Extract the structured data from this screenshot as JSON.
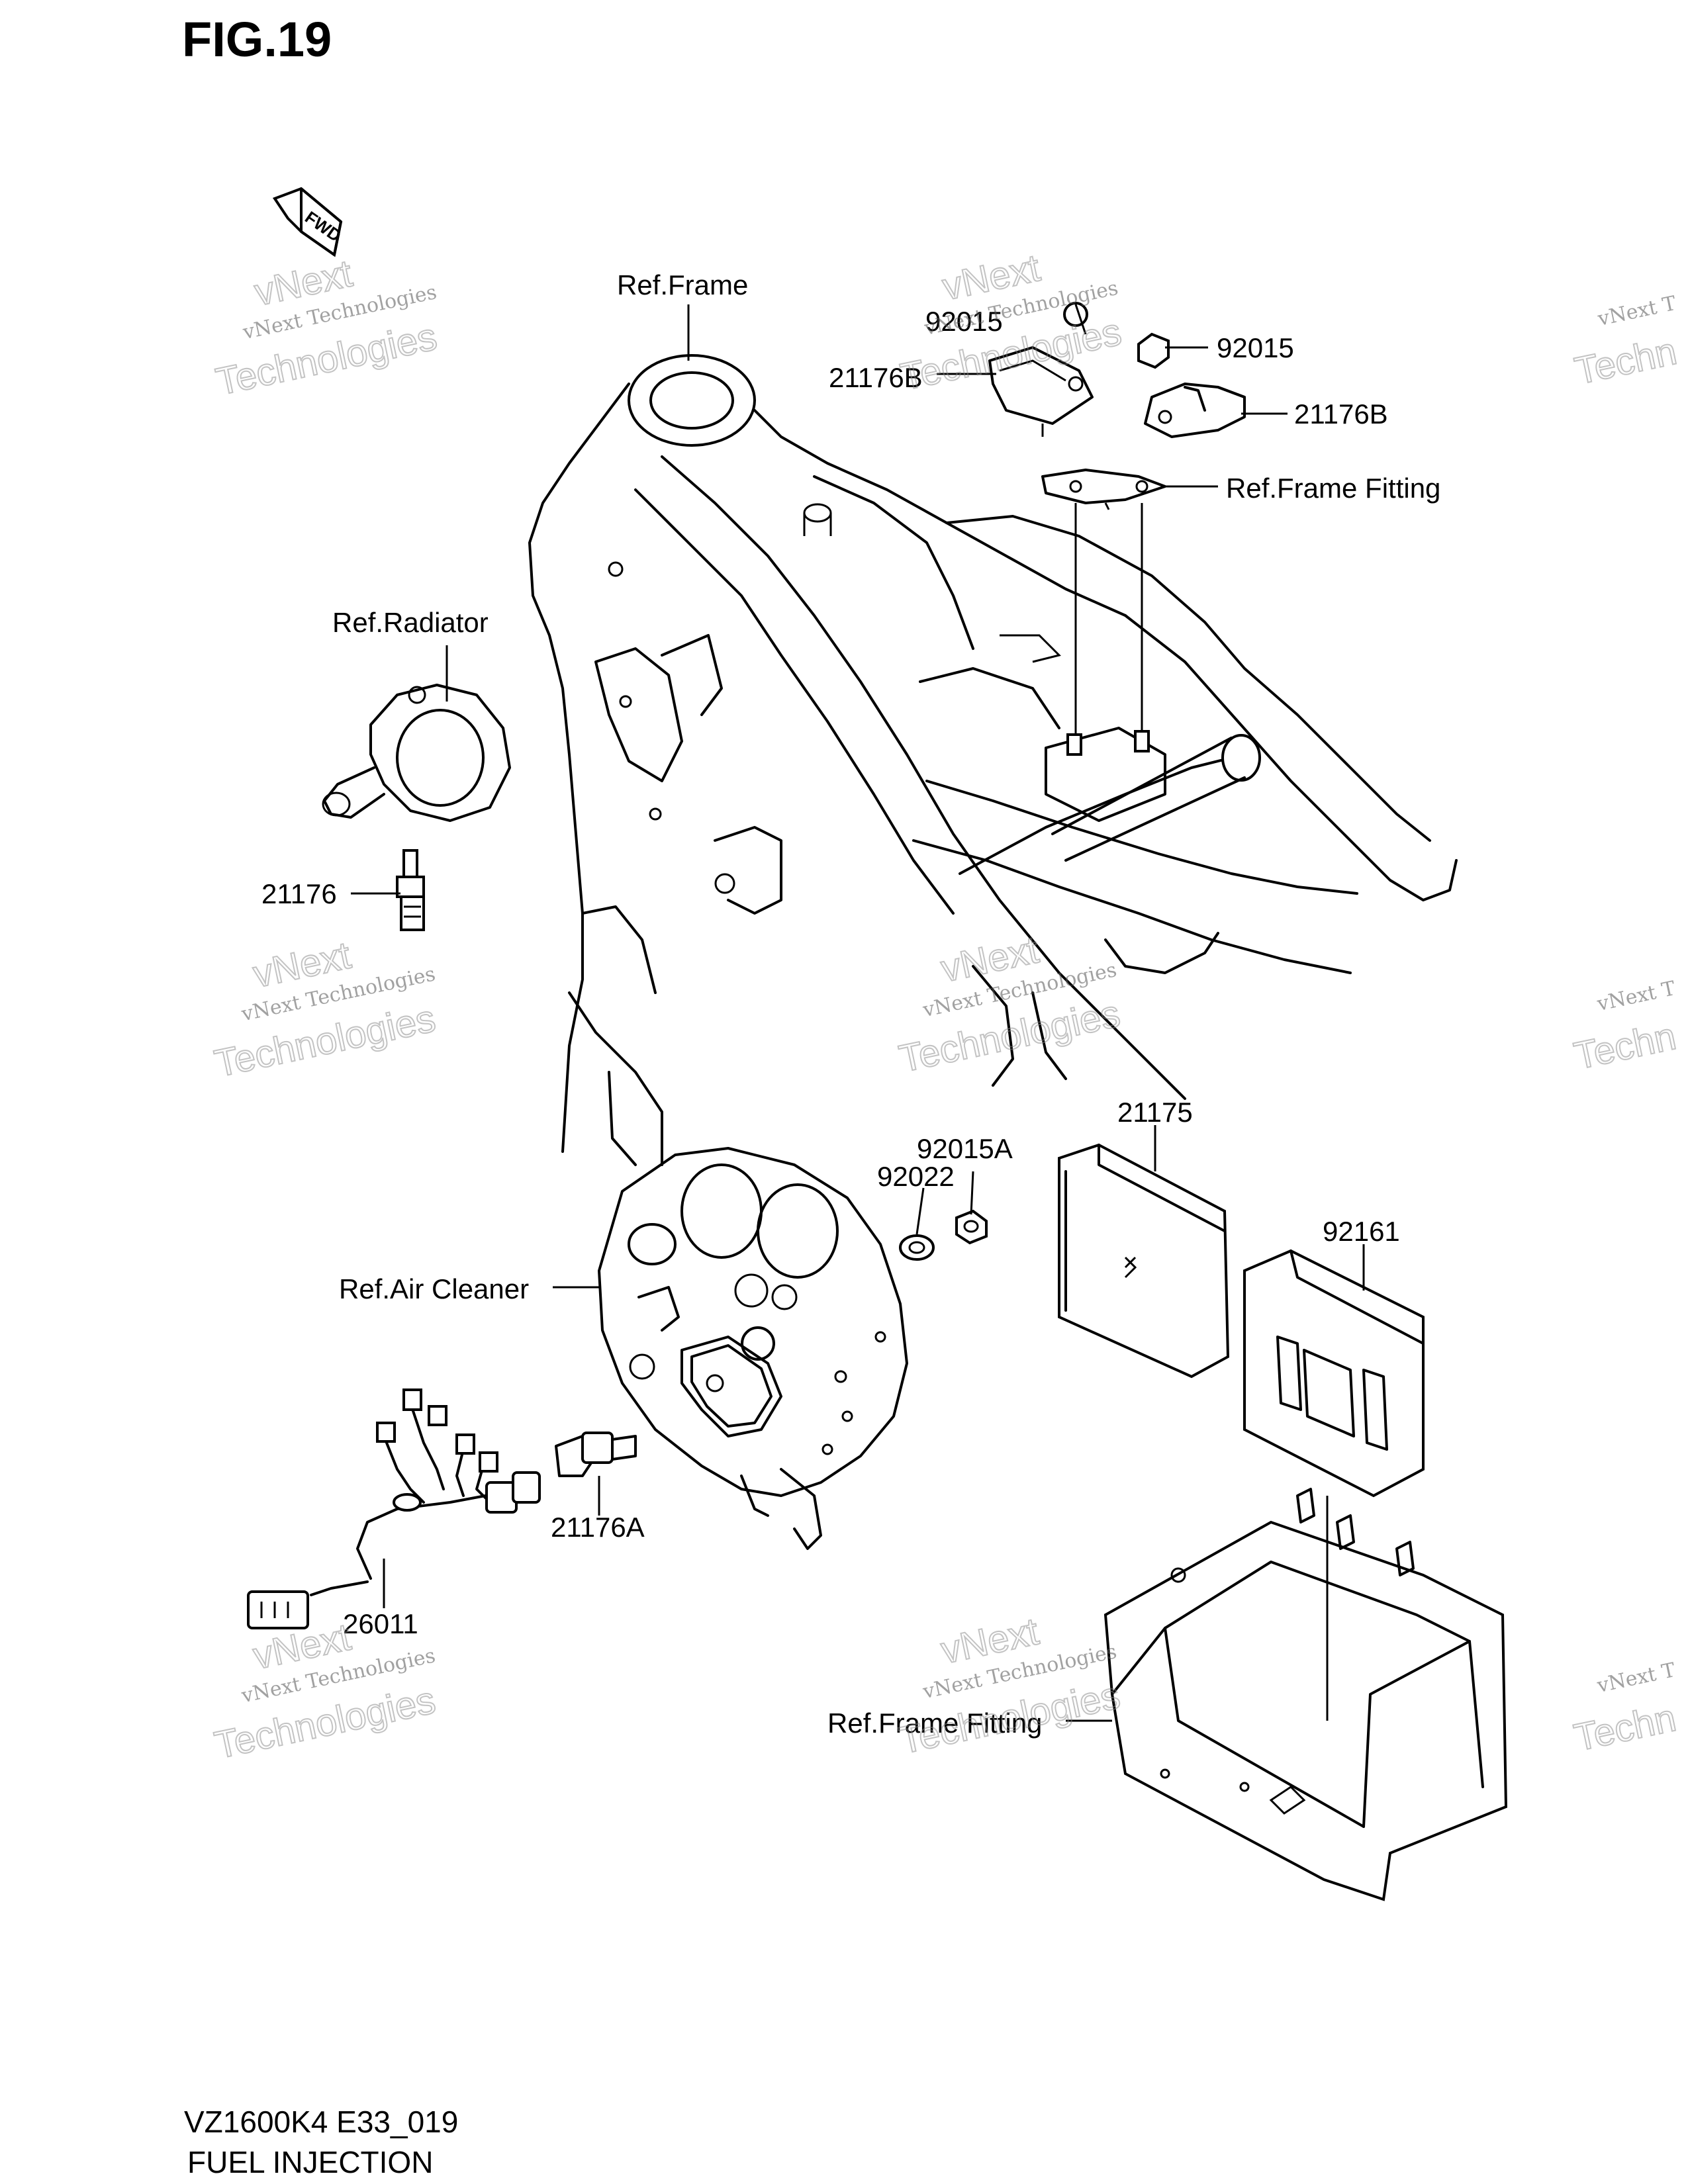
{
  "figure": {
    "title": "FIG.19",
    "model_code": "VZ1600K4 E33_019",
    "section": "FUEL INJECTION"
  },
  "direction_marker": "FWD",
  "callouts": {
    "ref_frame": "Ref.Frame",
    "ref_radiator": "Ref.Radiator",
    "ref_frame_fitting_top": "Ref.Frame Fitting",
    "ref_air_cleaner": "Ref.Air Cleaner",
    "ref_frame_fitting_bottom": "Ref.Frame Fitting",
    "p92015_left": "92015",
    "p92015_right": "92015",
    "p21176B_left": "21176B",
    "p21176B_right": "21176B",
    "p21176": "21176",
    "p21175": "21175",
    "p92015A": "92015A",
    "p92022": "92022",
    "p92161": "92161",
    "p21176A": "21176A",
    "p26011": "26011"
  },
  "watermark": {
    "line1": "vNext Technologies",
    "line2": "vNext",
    "line3": "Technologies"
  }
}
